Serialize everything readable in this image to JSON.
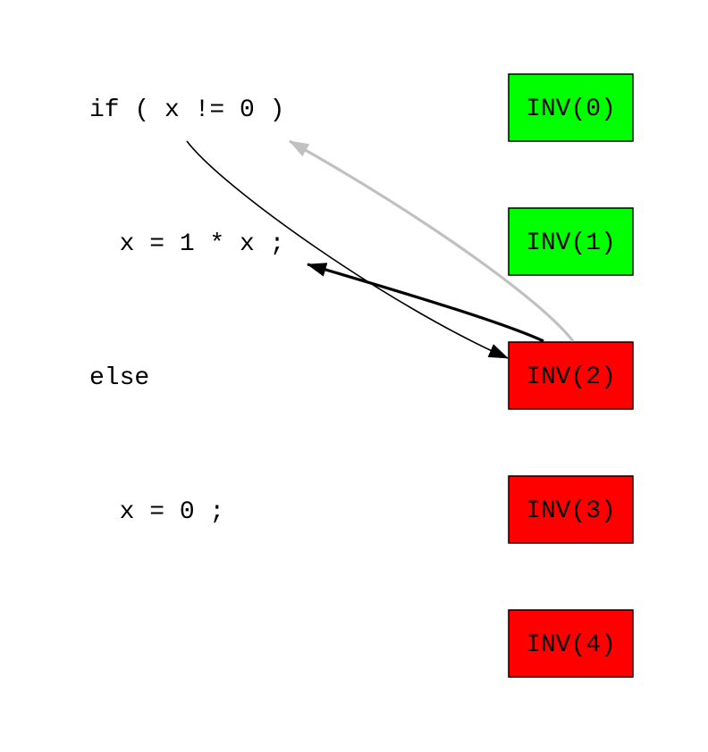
{
  "code_lines": [
    {
      "text": "if ( x != 0 )"
    },
    {
      "text": "  x = 1 * x ;"
    },
    {
      "text": "else"
    },
    {
      "text": "  x = 0 ;"
    }
  ],
  "invariants": [
    {
      "label": "INV(0)",
      "color": "#00ff00"
    },
    {
      "label": "INV(1)",
      "color": "#00ff00"
    },
    {
      "label": "INV(2)",
      "color": "#ff0000"
    },
    {
      "label": "INV(3)",
      "color": "#ff0000"
    },
    {
      "label": "INV(4)",
      "color": "#ff0000"
    }
  ],
  "edges": [
    {
      "from": "if ( x != 0 )",
      "to": "INV(2)",
      "color": "#000000",
      "style": "thin"
    },
    {
      "from": "INV(2)",
      "to": "x = 1 * x ;",
      "color": "#000000",
      "style": "bold"
    },
    {
      "from": "INV(2)",
      "to": "if ( x != 0 )",
      "color": "#c0c0c0",
      "style": "bold"
    }
  ]
}
